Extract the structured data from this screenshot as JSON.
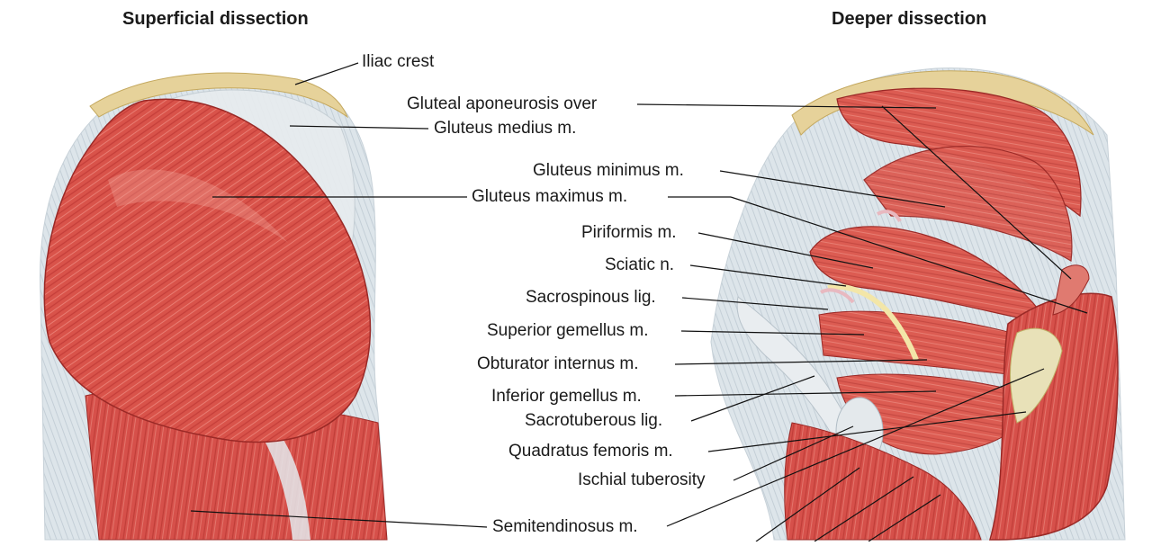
{
  "headings": {
    "superficial": "Superficial dissection",
    "deeper": "Deeper dissection"
  },
  "labels": {
    "iliac_crest": "Iliac crest",
    "gluteal_aponeurosis": "Gluteal aponeurosis over",
    "gluteus_medius": "Gluteus medius m.",
    "gluteus_minimus": "Gluteus minimus m.",
    "gluteus_maximus": "Gluteus maximus m.",
    "piriformis": "Piriformis m.",
    "sciatic": "Sciatic n.",
    "sacrospinous": "Sacrospinous lig.",
    "superior_gemellus": "Superior gemellus m.",
    "obturator_internus": "Obturator internus m.",
    "inferior_gemellus": "Inferior gemellus m.",
    "sacrotuberous": "Sacrotuberous lig.",
    "quadratus_femoris": "Quadratus femoris m.",
    "ischial_tuberosity": "Ischial tuberosity",
    "semitendinosus": "Semitendinosus m."
  },
  "colors": {
    "muscle": "#d9534a",
    "muscle_dark": "#b8302c",
    "muscle_light": "#ec8c80",
    "fascia": "#dfe6ea",
    "bone": "#e6d29a",
    "nerve": "#f3e6a8",
    "leader": "#111111"
  }
}
